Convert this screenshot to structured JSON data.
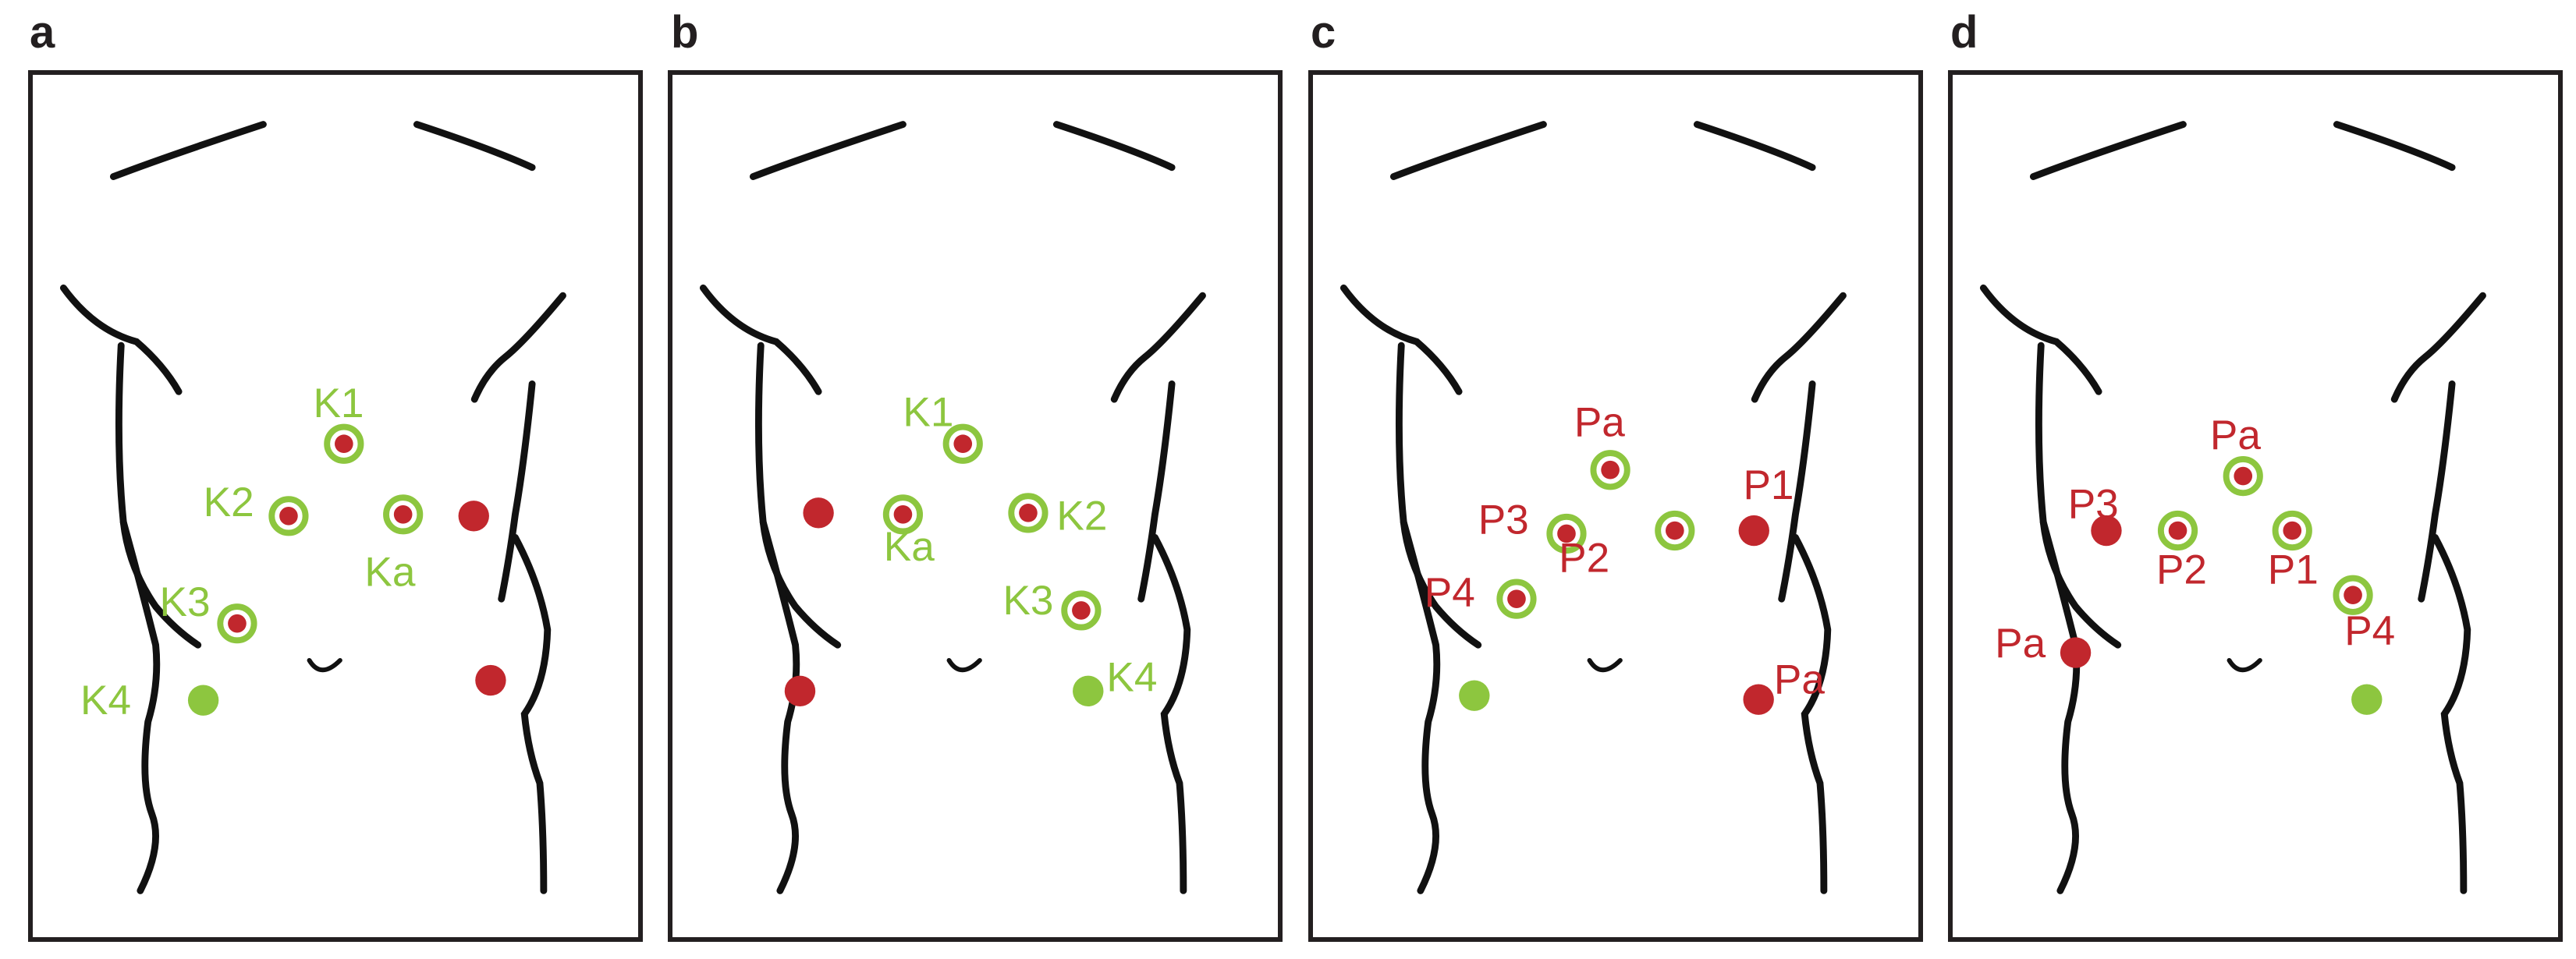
{
  "colors": {
    "green": "#8dc63f",
    "red": "#c1272d",
    "ink": "#111111",
    "frame": "#231f20"
  },
  "panels": [
    {
      "letter": "a",
      "labels": [
        {
          "text": "K1",
          "color": "green"
        },
        {
          "text": "K2",
          "color": "green"
        },
        {
          "text": "Ka",
          "color": "green"
        },
        {
          "text": "K3",
          "color": "green"
        },
        {
          "text": "K4",
          "color": "green"
        }
      ]
    },
    {
      "letter": "b",
      "labels": [
        {
          "text": "K1",
          "color": "green"
        },
        {
          "text": "Ka",
          "color": "green"
        },
        {
          "text": "K2",
          "color": "green"
        },
        {
          "text": "K3",
          "color": "green"
        },
        {
          "text": "K4",
          "color": "green"
        }
      ]
    },
    {
      "letter": "c",
      "labels": [
        {
          "text": "Pa",
          "color": "red"
        },
        {
          "text": "P1",
          "color": "red"
        },
        {
          "text": "P3",
          "color": "red"
        },
        {
          "text": "P2",
          "color": "red"
        },
        {
          "text": "P4",
          "color": "red"
        },
        {
          "text": "Pa",
          "color": "red"
        }
      ]
    },
    {
      "letter": "d",
      "labels": [
        {
          "text": "Pa",
          "color": "red"
        },
        {
          "text": "P3",
          "color": "red"
        },
        {
          "text": "P2",
          "color": "red"
        },
        {
          "text": "P1",
          "color": "red"
        },
        {
          "text": "P4",
          "color": "red"
        },
        {
          "text": "Pa",
          "color": "red"
        }
      ]
    }
  ]
}
